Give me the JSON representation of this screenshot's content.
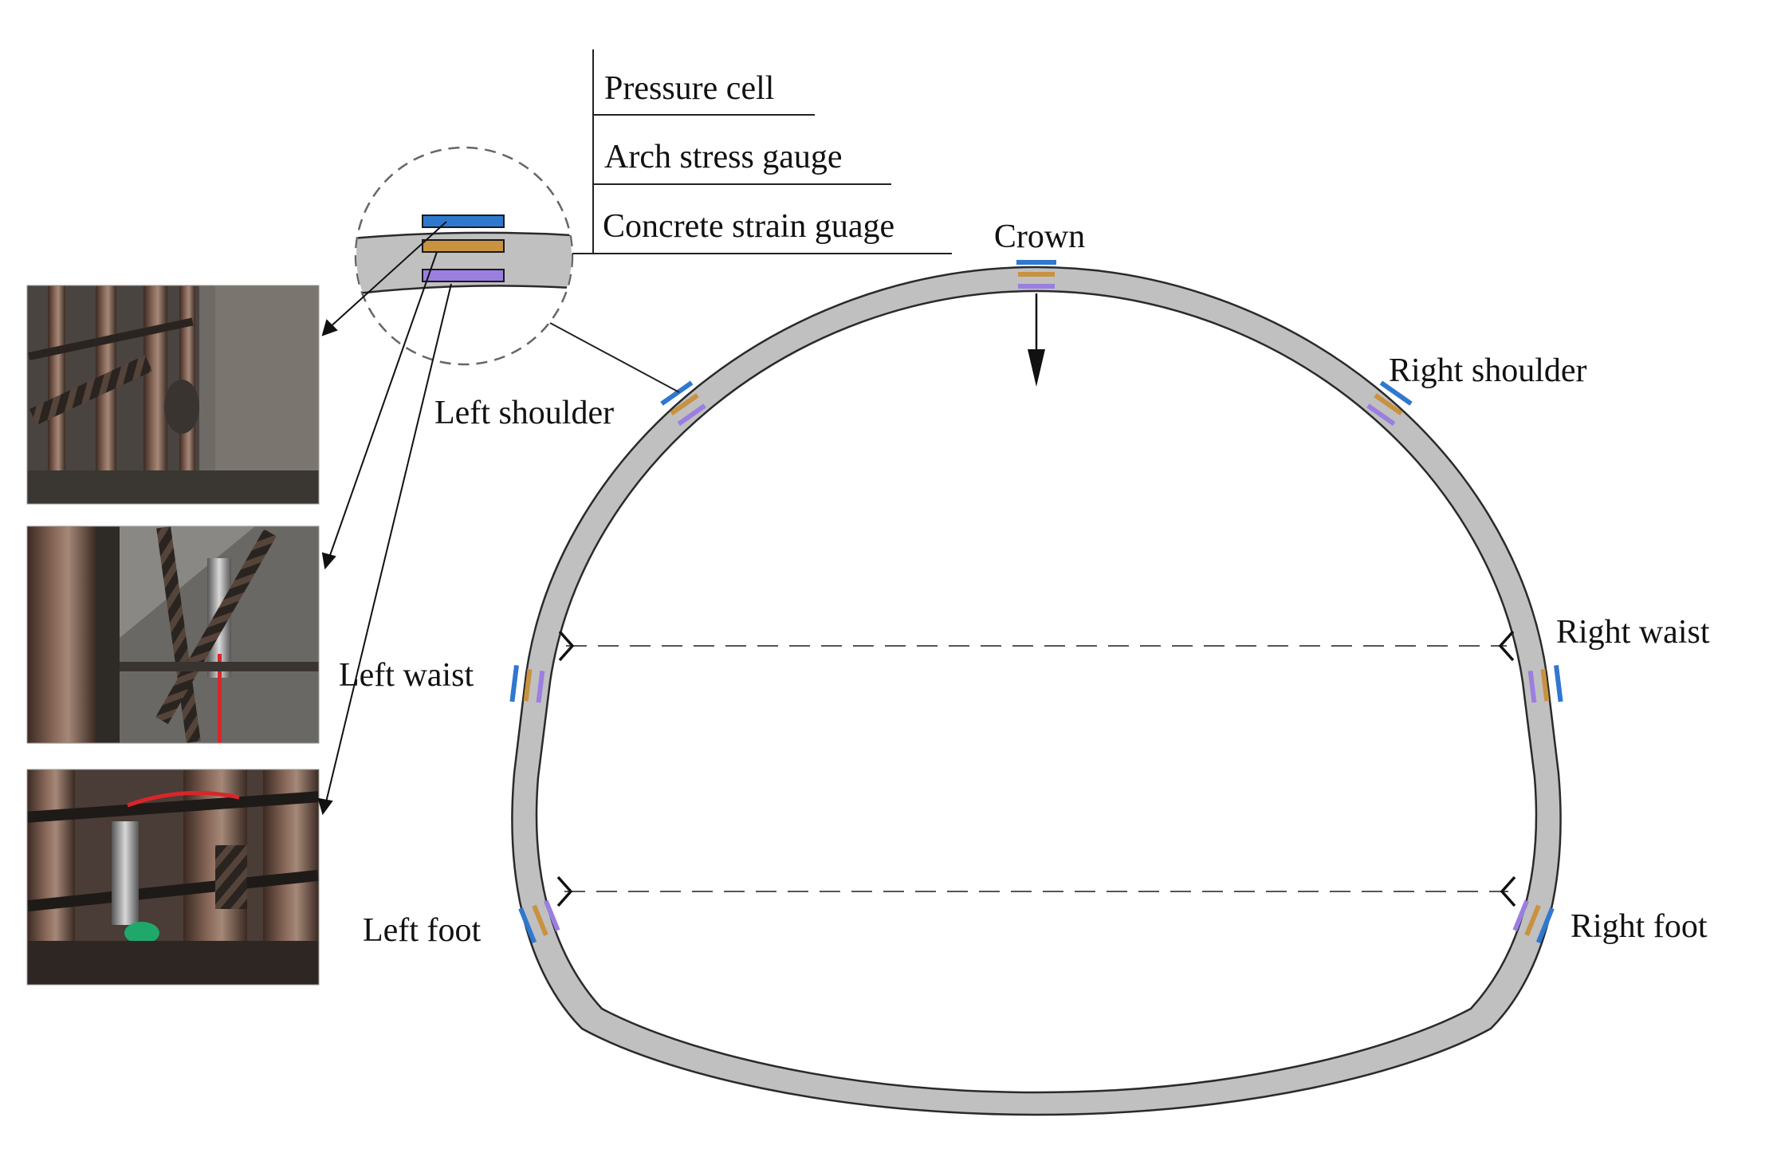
{
  "legend": {
    "pressure_cell": "Pressure cell",
    "arch_stress_gauge": "Arch stress gauge",
    "concrete_strain_gauge": "Concrete strain guage"
  },
  "positions": {
    "crown": "Crown",
    "left_shoulder": "Left shoulder",
    "right_shoulder": "Right shoulder",
    "left_waist": "Left waist",
    "right_waist": "Right waist",
    "left_foot": "Left foot",
    "right_foot": "Right foot"
  },
  "colors": {
    "pressure_cell": "#2f78d0",
    "arch_stress_gauge": "#c8923f",
    "concrete_strain_gauge": "#9b7fe0",
    "lining": "#c0c0c0",
    "outline": "#2a2a2a"
  },
  "photos": [
    {
      "name": "pressure-cell-photo"
    },
    {
      "name": "arch-stress-gauge-photo"
    },
    {
      "name": "concrete-strain-gauge-photo"
    }
  ]
}
